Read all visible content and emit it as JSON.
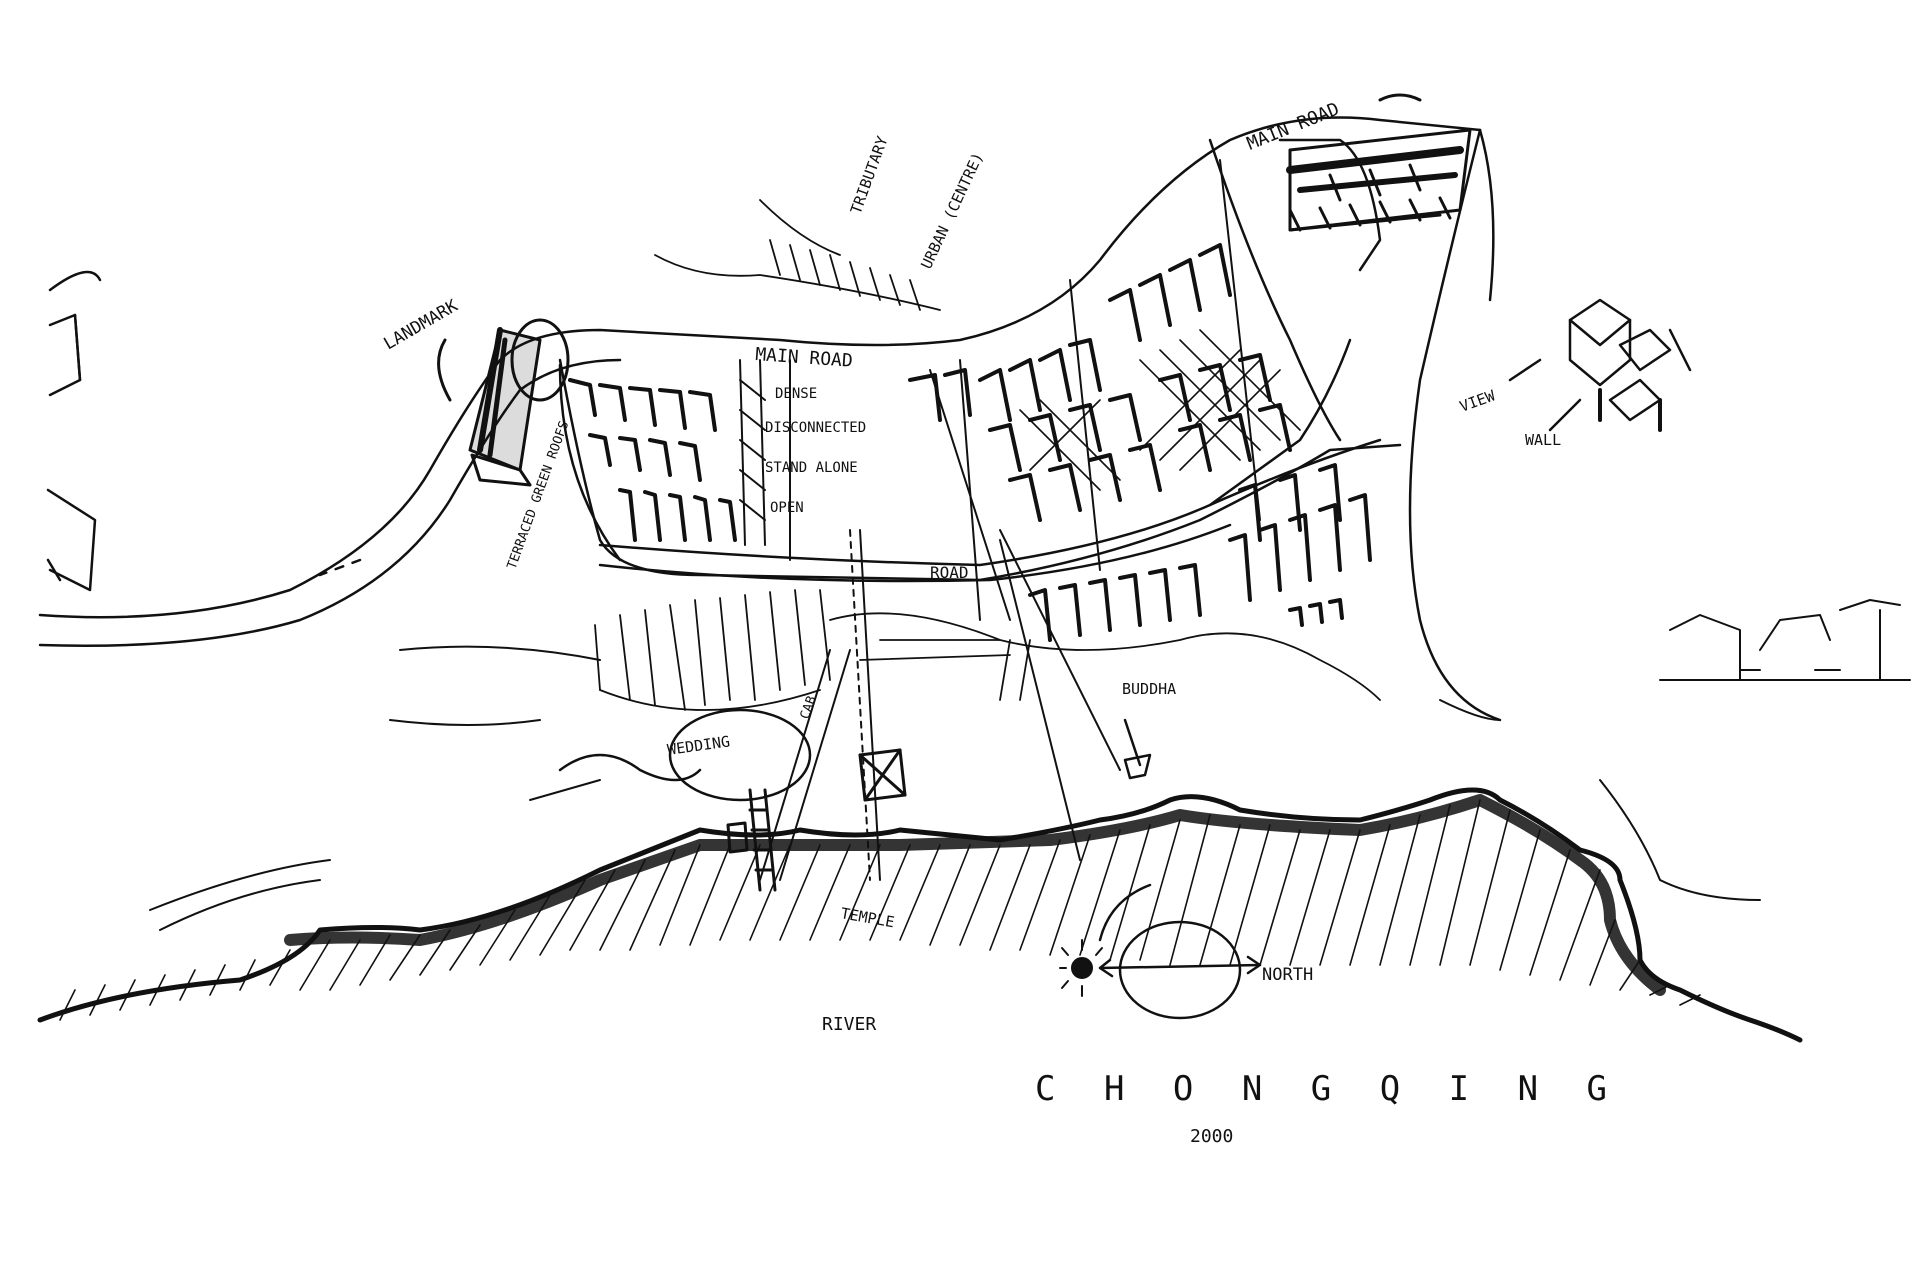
{
  "sketch": {
    "labels": {
      "landmark": "LANDMARK",
      "main_road_top": "MAIN ROAD",
      "main_road_center": "MAIN ROAD",
      "tributary": "TRIBUTARY",
      "urban_centre": "URBAN (CENTRE)",
      "dense": "DENSE",
      "disconnected": "DISCONNECTED",
      "stand_alone": "STAND ALONE",
      "open": "OPEN",
      "terraced_green_roofs": "TERRACED GREEN ROOFS",
      "road": "ROAD",
      "view": "VIEW",
      "wall": "WALL",
      "wedding": "WEDDING",
      "cable": "CAB",
      "buddha": "BUDDHA",
      "temple": "TEMPLE",
      "river": "RIVER",
      "north": "NORTH"
    },
    "title": "C H O N G Q I N G",
    "year": "2000"
  },
  "colors": {
    "ink": "#111111",
    "paper": "#ffffff"
  }
}
